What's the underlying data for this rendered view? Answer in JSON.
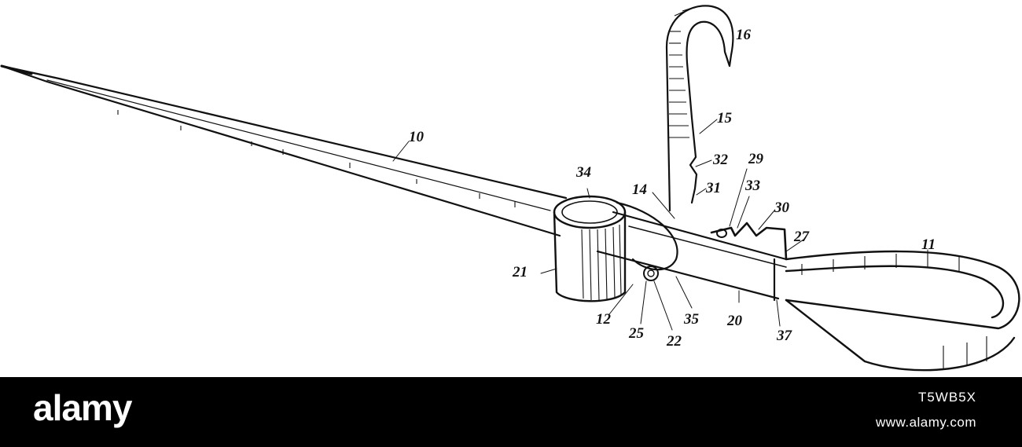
{
  "figure": {
    "labels": {
      "l10": "10",
      "l11": "11",
      "l12": "12",
      "l14": "14",
      "l15": "15",
      "l16": "16",
      "l20": "20",
      "l21": "21",
      "l22": "22",
      "l25": "25",
      "l27": "27",
      "l29": "29",
      "l30": "30",
      "l31": "31",
      "l32": "32",
      "l33": "33",
      "l34": "34",
      "l35": "35",
      "l37": "37"
    },
    "ink_color": "#111111",
    "background_color": "#ffffff"
  },
  "footer": {
    "brand": "alamy",
    "image_id": "T5WB5X",
    "site": "www.alamy.com",
    "background_color": "#000000",
    "text_color": "#ffffff"
  }
}
